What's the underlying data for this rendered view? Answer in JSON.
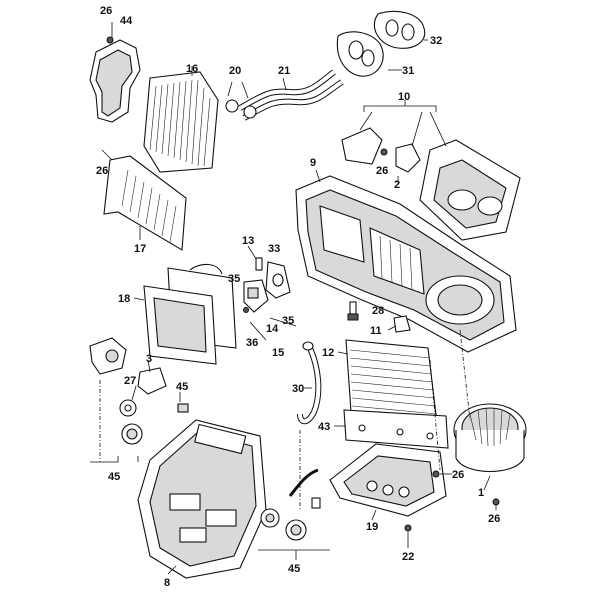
{
  "callouts": {
    "p26a": "26",
    "p44": "44",
    "p16": "16",
    "p20": "20",
    "p21": "21",
    "p32": "32",
    "p31": "31",
    "p10": "10",
    "p26b": "26",
    "p9": "9",
    "p26c": "26",
    "p2": "2",
    "p17": "17",
    "p13": "13",
    "p33": "33",
    "p35a": "35",
    "p18": "18",
    "p14": "14",
    "p36": "36",
    "p35b": "35",
    "p15": "15",
    "p28": "28",
    "p11": "11",
    "p12": "12",
    "p3": "3",
    "p27": "27",
    "p45a": "45",
    "p30": "30",
    "p45b": "45",
    "p43": "43",
    "p1": "1",
    "p26d": "26",
    "p19": "19",
    "p26e": "26",
    "p22": "22",
    "p45c": "45",
    "p8": "8"
  }
}
